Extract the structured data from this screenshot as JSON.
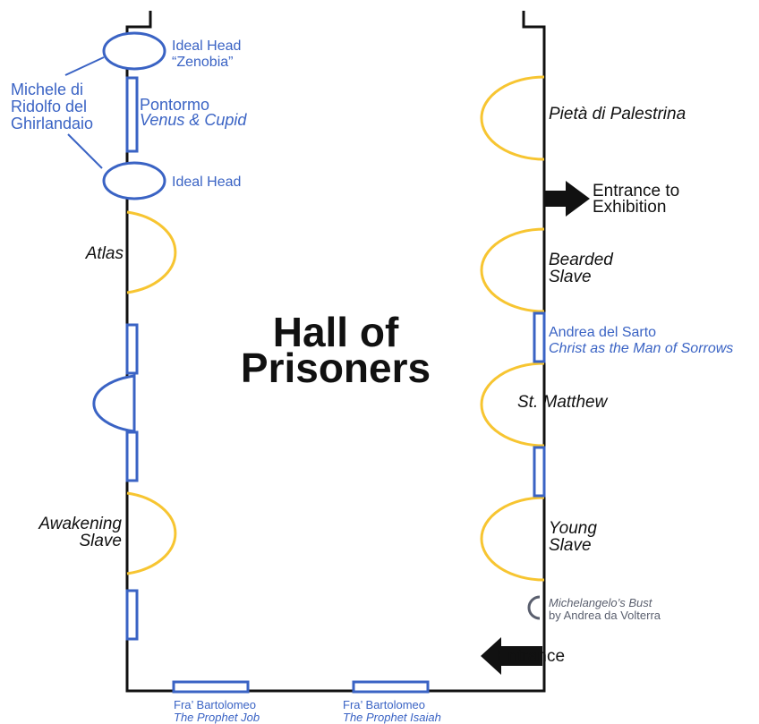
{
  "room": {
    "title_line1": "Hall of",
    "title_line2": "Prisoners"
  },
  "sculptures": {
    "atlas": "Atlas",
    "awakening_line1": "Awakening",
    "awakening_line2": "Slave",
    "pieta": "Pietà di Palestrina",
    "bearded_line1": "Bearded",
    "bearded_line2": "Slave",
    "matthew": "St. Matthew",
    "young_line1": "Young",
    "young_line2": "Slave"
  },
  "paintings": {
    "zenobia_line1": "Ideal Head",
    "zenobia_line2": "“Zenobia”",
    "ideal_head": "Ideal Head",
    "ghirlandaio_line1": "Michele di",
    "ghirlandaio_line2": "Ridolfo del",
    "ghirlandaio_line3": "Ghirlandaio",
    "pontormo_artist": "Pontormo",
    "pontormo_title": "Venus & Cupid",
    "sarto_artist": "Andrea del Sarto",
    "sarto_title": "Christ as the Man of Sorrows",
    "job_artist": "Fra’ Bartolomeo",
    "job_title": "The Prophet Job",
    "isaiah_artist": "Fra’ Bartolomeo",
    "isaiah_title": "The Prophet Isaiah"
  },
  "bust": {
    "title": "Michelangelo’s Bust",
    "author": "by Andrea da Volterra"
  },
  "exits": {
    "exhibition_line1": "Entrance to",
    "exhibition_line2": "Exhibition",
    "entrance": "Entrance"
  },
  "colors": {
    "wall": "#111111",
    "painting": "#3a63c4",
    "sculpture": "#f7c531",
    "bust": "#5a5f6e"
  }
}
